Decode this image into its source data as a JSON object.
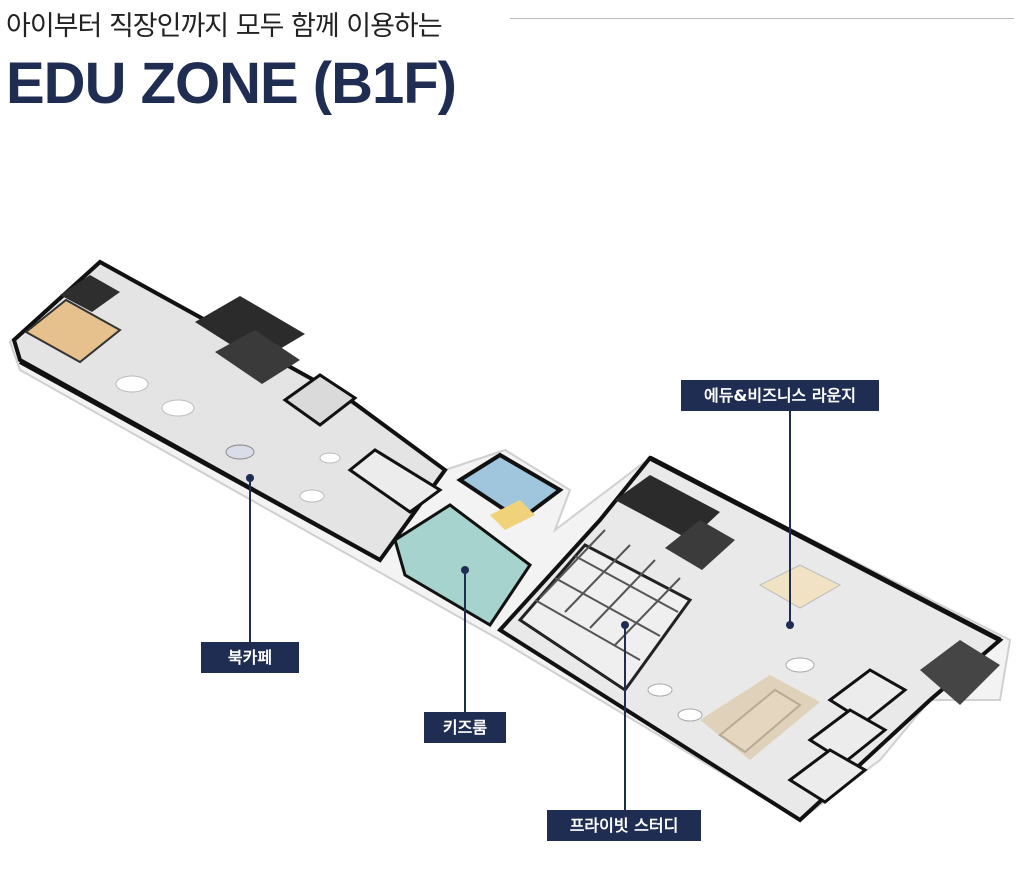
{
  "header": {
    "subtitle": "아이부터 직장인까지 모두 함께 이용하는",
    "title": "EDU ZONE (B1F)"
  },
  "labels": {
    "edu_lounge": "에듀&비즈니스 라운지",
    "book_cafe": "북카페",
    "kids_room": "키즈룸",
    "private_study": "프라이빗 스터디"
  },
  "colors": {
    "label_bg": "#1f2d52",
    "title": "#1f2d52",
    "wall": "#111111",
    "floor": "#e8e8e8",
    "kids_floor": "#a7d3ce"
  }
}
